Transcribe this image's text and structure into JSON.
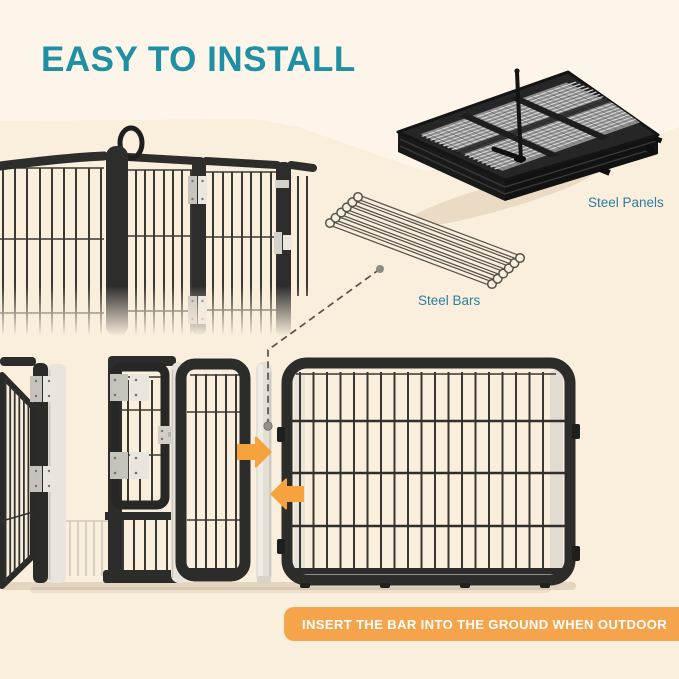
{
  "title": {
    "text": "EASY TO INSTALL"
  },
  "callouts": {
    "steel_panels_label": "Steel Panels",
    "steel_bars_label": "Steel Bars"
  },
  "banner": {
    "text": "INSERT THE BAR INTO THE GROUND WHEN OUTDOOR"
  },
  "icons": {
    "connector_arrows": [
      "arrow-right",
      "arrow-left"
    ],
    "callout_dots": [
      "steel-bar-dot",
      "insert-point-dot"
    ]
  },
  "colors": {
    "accent": "#1F8FA3",
    "label": "#2E7F9D",
    "banner_bg": "#F6A44C",
    "banner_fg": "#FFFFFF",
    "arrow": "#F6A33E",
    "bg": "#FAEEDC",
    "bg_light": "#FDF5E9"
  }
}
